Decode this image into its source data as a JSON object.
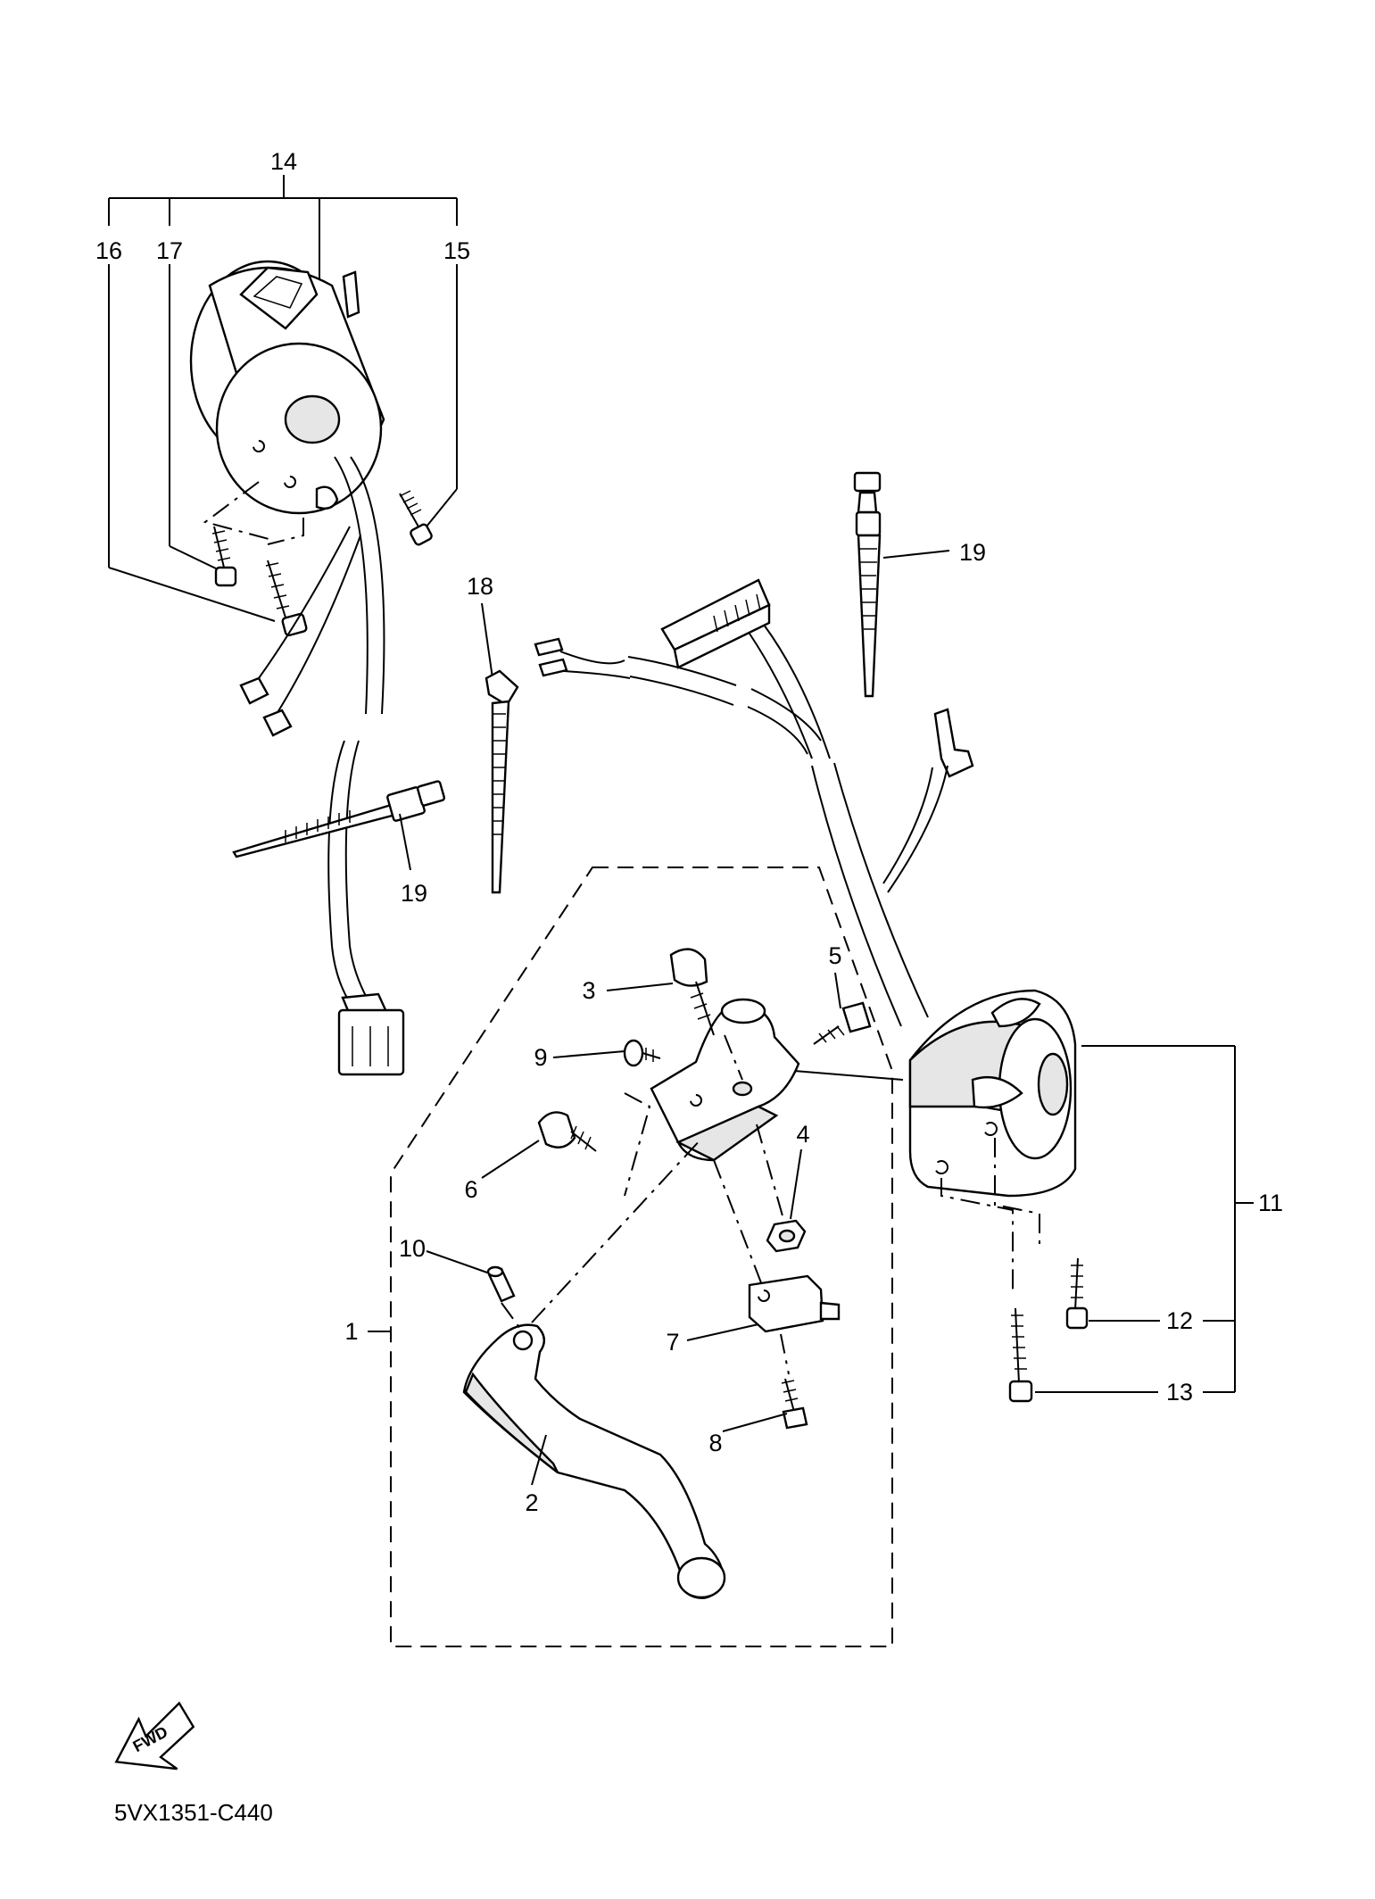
{
  "callouts": {
    "c1": "1",
    "c2": "2",
    "c3": "3",
    "c4": "4",
    "c5": "5",
    "c6": "6",
    "c7": "7",
    "c8": "8",
    "c9": "9",
    "c10": "10",
    "c11": "11",
    "c12": "12",
    "c13": "13",
    "c14": "14",
    "c15": "15",
    "c16": "16",
    "c17": "17",
    "c18": "18",
    "c19a": "19",
    "c19b": "19"
  },
  "fwd_arrow_label": "FWD",
  "diagram_code": "5VX1351-C440"
}
